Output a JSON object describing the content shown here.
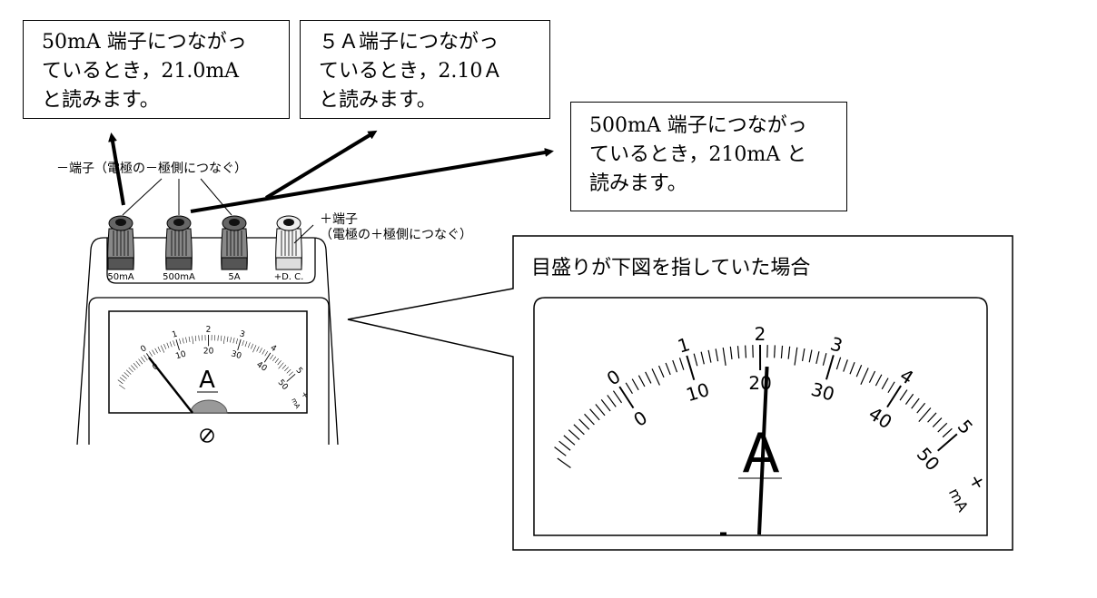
{
  "callouts": {
    "ma50": {
      "lines": [
        "50mA 端子につながっ",
        "ているとき，21.0mA",
        "と読みます。"
      ]
    },
    "a5": {
      "lines": [
        "５Ａ端子につながっ",
        "ているとき，2.10Ａ",
        "と読みます。"
      ]
    },
    "ma500": {
      "lines": [
        "500mA 端子につながっ",
        "ているとき，210mA と",
        "読みます。"
      ]
    }
  },
  "annotations": {
    "minus_terminal": "－端子（電極の－極側につなぐ）",
    "plus_terminal": "＋端子",
    "plus_terminal_note": "（電極の＋極側につなぐ）"
  },
  "terminals": [
    "50mA",
    "500mA",
    "5A",
    "+D. C."
  ],
  "terminal_colors": [
    "#555555",
    "#555555",
    "#555555",
    "#dddddd"
  ],
  "meter_symbol": "A",
  "zoom_panel": {
    "title": "目盛りが下図を指していた場合",
    "outer_scale_labels": [
      "0",
      "1",
      "2",
      "3",
      "4",
      "5"
    ],
    "inner_scale_labels": [
      "0",
      "10",
      "20",
      "30",
      "40",
      "50"
    ],
    "minus_sign": "−",
    "plus_sign": "+",
    "unit": "mA",
    "needle_value_mA": 21
  },
  "small_meter": {
    "outer_scale_labels": [
      "0",
      "1",
      "2",
      "3",
      "4",
      "5"
    ],
    "inner_scale_labels": [
      "0",
      "10",
      "20",
      "30",
      "40",
      "50"
    ],
    "unit": "mA",
    "needle_value_mA": 0
  }
}
